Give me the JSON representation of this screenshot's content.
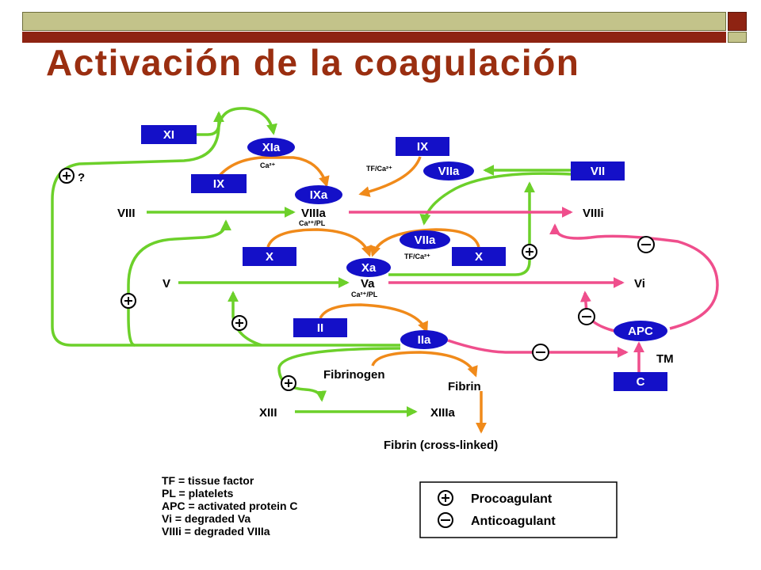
{
  "slide": {
    "title": "Activación de la coagulación"
  },
  "factors": {
    "XI": "XI",
    "XIa": "XIa",
    "IX_left": "IX",
    "IX_top": "IX",
    "IXa": "IXa",
    "VII": "VII",
    "VIIa_top": "VIIa",
    "VIIa_mid": "VIIa",
    "X_left": "X",
    "X_right": "X",
    "Xa": "Xa",
    "II": "II",
    "IIa": "IIa",
    "APC": "APC",
    "C": "C"
  },
  "labels": {
    "VIII": "VIII",
    "VIIIa": "VIIIa",
    "VIIIi": "VIIIi",
    "V": "V",
    "Va": "Va",
    "Vi": "Vi",
    "TM": "TM",
    "XIII": "XIII",
    "XIIIa": "XIIIa",
    "fibrinogen": "Fibrinogen",
    "fibrin": "Fibrin",
    "fibrin_cross": "Fibrin (cross-linked)",
    "question": "?"
  },
  "cofactors": {
    "ca1": "Ca²⁺",
    "tf_ca1": "TF/Ca²⁺",
    "ca_pl1": "Ca²⁺/PL",
    "tf_ca2": "TF/Ca²⁺",
    "ca_pl2": "Ca²⁺/PL"
  },
  "abbreviations": [
    "TF = tissue factor",
    "PL = platelets",
    "APC = activated protein C",
    "Vi = degraded Va",
    "VIIIi = degraded VIIIa"
  ],
  "legend": {
    "procoagulant": "Procoagulant",
    "anticoagulant": "Anticoagulant"
  },
  "colors": {
    "factor_box": "#1410c8",
    "procoagulant_path": "#6cd02a",
    "activation_path": "#f08a1a",
    "inhibition_path": "#ef4e8c",
    "title": "#9a2e10",
    "slide_bar": "#8e2312"
  }
}
